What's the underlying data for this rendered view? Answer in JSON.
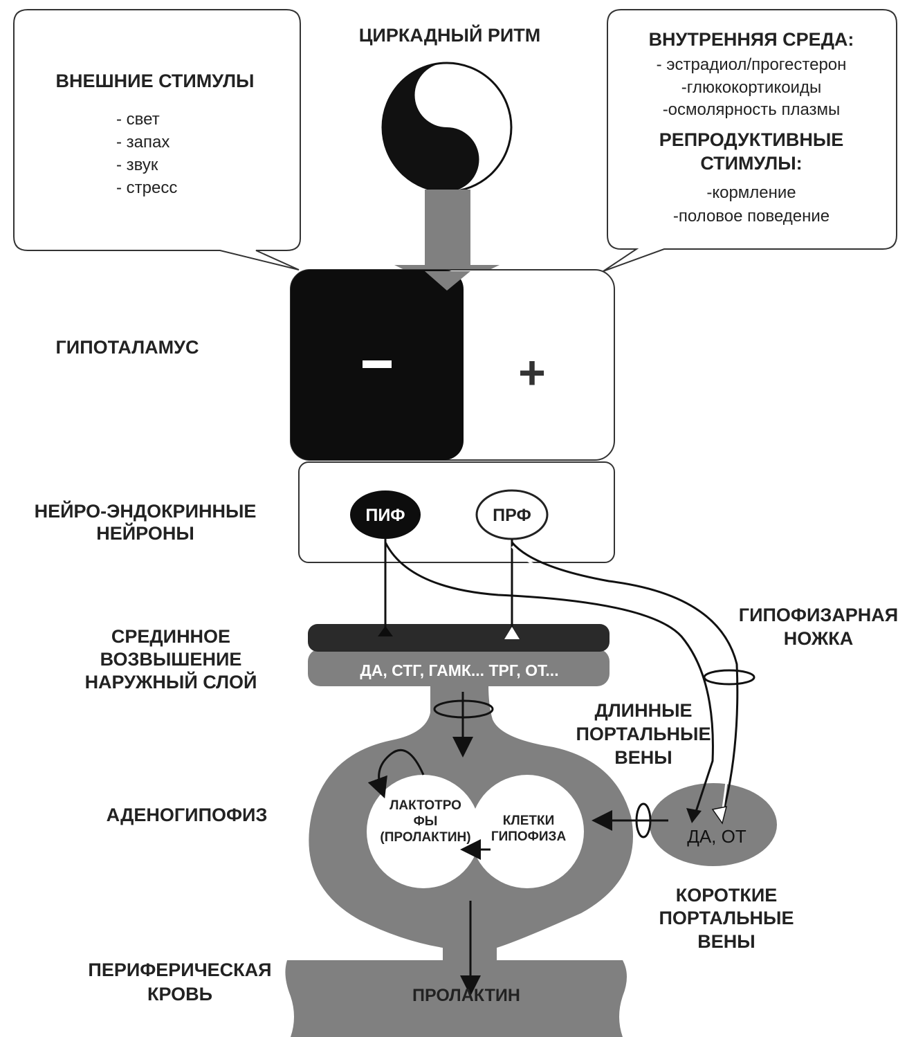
{
  "external": {
    "title": "ВНЕШНИЕ СТИМУЛЫ",
    "items": [
      "- свет",
      "- запах",
      "- звук",
      "- стресс"
    ]
  },
  "circadian": {
    "title": "ЦИРКАДНЫЙ РИТМ"
  },
  "internal": {
    "title": "ВНУТРЕННЯЯ СРЕДА:",
    "items": [
      "- эстрадиол/прогестерон",
      "-глюкокортикоиды",
      "-осмолярность плазмы"
    ],
    "repro_title_1": "РЕПРОДУКТИВНЫЕ",
    "repro_title_2": "СТИМУЛЫ:",
    "repro_items": [
      "-кормление",
      "-половое поведение"
    ]
  },
  "hypothalamus": {
    "label": "ГИПОТАЛАМУС",
    "minus": "−",
    "plus": "+"
  },
  "neurons": {
    "label_1": "НЕЙРО-ЭНДОКРИННЫЕ",
    "label_2": "НЕЙРОНЫ",
    "pif": "ПИФ",
    "prf": "ПРФ"
  },
  "median": {
    "label_1": "СРЕДИННОЕ",
    "label_2": "ВОЗВЫШЕНИЕ",
    "label_3": "НАРУЖНЫЙ СЛОЙ",
    "factors": "ДА, СТГ, ГАМК... ТРГ, ОТ..."
  },
  "stalk": {
    "label_1": "ГИПОФИЗАРНАЯ",
    "label_2": "НОЖКА"
  },
  "long_veins": {
    "label_1": "ДЛИННЫЕ",
    "label_2": "ПОРТАЛЬНЫЕ",
    "label_3": "ВЕНЫ"
  },
  "adeno": {
    "label": "АДЕНОГИПОФИЗ",
    "lacto_1": "ЛАКТОТРО",
    "lacto_2": "ФЫ",
    "lacto_3": "(ПРОЛАКТИН)",
    "cells_1": "КЛЕТКИ",
    "cells_2": "ГИПОФИЗА",
    "posterior": "ДА, ОТ"
  },
  "short_veins": {
    "label_1": "КОРОТКИЕ",
    "label_2": "ПОРТАЛЬНЫЕ",
    "label_3": "ВЕНЫ"
  },
  "blood": {
    "label_1": "ПЕРИФЕРИЧЕСКАЯ",
    "label_2": "КРОВЬ",
    "prolactin": "ПРОЛАКТИН"
  },
  "colors": {
    "black": "#0d0d0d",
    "gray": "#808080",
    "dark": "#2a2a2a",
    "white": "#ffffff"
  }
}
